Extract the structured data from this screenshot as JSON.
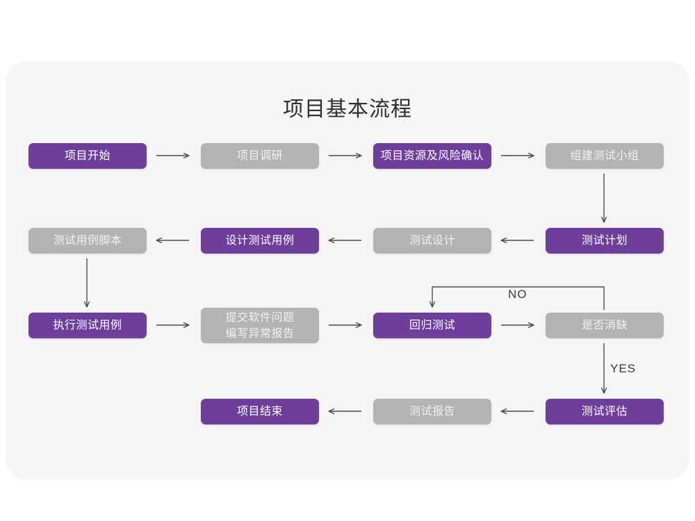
{
  "page": {
    "background_color": "#ffffff",
    "panel_color": "#f5f5f6",
    "title": "项目基本流程"
  },
  "theme": {
    "purple": "#6d3f9b",
    "gray": "#b3b3b3",
    "purple_text": "#ffffff",
    "gray_text": "#f2f2f2",
    "connector": "#4a4a4a",
    "edge_label_color": "#3a3a3a"
  },
  "chart_data": {
    "type": "diagram",
    "diagram_kind": "flowchart",
    "title": "项目基本流程",
    "layout": "serpentine-grid",
    "nodes": [
      {
        "id": "n1",
        "label": "项目开始",
        "style": "purple",
        "row": 1,
        "col": 1
      },
      {
        "id": "n2",
        "label": "项目调研",
        "style": "gray",
        "row": 1,
        "col": 2
      },
      {
        "id": "n3",
        "label": "项目资源及风险确认",
        "style": "purple",
        "row": 1,
        "col": 3
      },
      {
        "id": "n4",
        "label": "组建测试小组",
        "style": "gray",
        "row": 1,
        "col": 4
      },
      {
        "id": "n5",
        "label": "测试计划",
        "style": "purple",
        "row": 2,
        "col": 4
      },
      {
        "id": "n6",
        "label": "测试设计",
        "style": "gray",
        "row": 2,
        "col": 3
      },
      {
        "id": "n7",
        "label": "设计测试用例",
        "style": "purple",
        "row": 2,
        "col": 2
      },
      {
        "id": "n8",
        "label": "测试用例脚本",
        "style": "gray",
        "row": 2,
        "col": 1
      },
      {
        "id": "n9",
        "label": "执行测试用例",
        "style": "purple",
        "row": 3,
        "col": 1
      },
      {
        "id": "n10",
        "label": "提交软件问题\n编写异常报告",
        "style": "gray",
        "row": 3,
        "col": 2
      },
      {
        "id": "n11",
        "label": "回归测试",
        "style": "purple",
        "row": 3,
        "col": 3
      },
      {
        "id": "n12",
        "label": "是否消缺",
        "style": "gray",
        "row": 3,
        "col": 4
      },
      {
        "id": "n13",
        "label": "测试评估",
        "style": "purple",
        "row": 4,
        "col": 4
      },
      {
        "id": "n14",
        "label": "测试报告",
        "style": "gray",
        "row": 4,
        "col": 3
      },
      {
        "id": "n15",
        "label": "项目结束",
        "style": "purple",
        "row": 4,
        "col": 2
      }
    ],
    "edges": [
      {
        "from": "n1",
        "to": "n2",
        "label": "",
        "direction": "right"
      },
      {
        "from": "n2",
        "to": "n3",
        "label": "",
        "direction": "right"
      },
      {
        "from": "n3",
        "to": "n4",
        "label": "",
        "direction": "right"
      },
      {
        "from": "n4",
        "to": "n5",
        "label": "",
        "direction": "down"
      },
      {
        "from": "n5",
        "to": "n6",
        "label": "",
        "direction": "left"
      },
      {
        "from": "n6",
        "to": "n7",
        "label": "",
        "direction": "left"
      },
      {
        "from": "n7",
        "to": "n8",
        "label": "",
        "direction": "left"
      },
      {
        "from": "n8",
        "to": "n9",
        "label": "",
        "direction": "down"
      },
      {
        "from": "n9",
        "to": "n10",
        "label": "",
        "direction": "right"
      },
      {
        "from": "n10",
        "to": "n11",
        "label": "",
        "direction": "right"
      },
      {
        "from": "n11",
        "to": "n12",
        "label": "",
        "direction": "right"
      },
      {
        "from": "n12",
        "to": "n11",
        "label": "NO",
        "direction": "up-left-down"
      },
      {
        "from": "n12",
        "to": "n13",
        "label": "YES",
        "direction": "down"
      },
      {
        "from": "n13",
        "to": "n14",
        "label": "",
        "direction": "left"
      },
      {
        "from": "n14",
        "to": "n15",
        "label": "",
        "direction": "left"
      }
    ],
    "edge_labels": [
      {
        "id": "no",
        "text": "NO"
      },
      {
        "id": "yes",
        "text": "YES"
      }
    ]
  }
}
